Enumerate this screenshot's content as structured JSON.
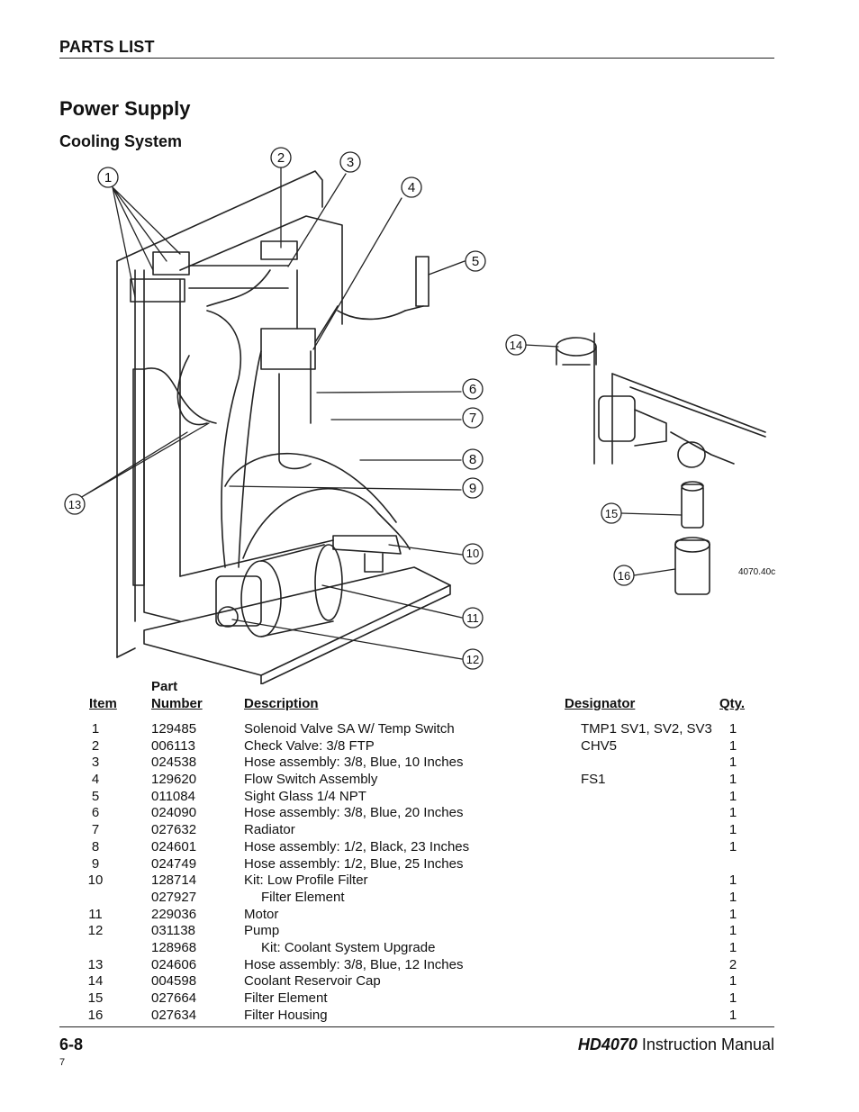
{
  "header": {
    "section": "PARTS LIST"
  },
  "page": {
    "title": "Power Supply",
    "subtitle": "Cooling System"
  },
  "figure": {
    "callouts": [
      "1",
      "2",
      "3",
      "4",
      "5",
      "6",
      "7",
      "8",
      "9",
      "10",
      "11",
      "12",
      "13",
      "14",
      "15",
      "16"
    ],
    "reference": "4070.40c"
  },
  "table": {
    "headers": {
      "item": "Item",
      "part_top": "Part",
      "part_bottom": "Number",
      "description": "Description",
      "designator": "Designator",
      "qty": "Qty."
    },
    "rows": [
      {
        "item": "1",
        "part": "129485",
        "description": "Solenoid Valve SA W/ Temp Switch",
        "designator": "TMP1 SV1, SV2, SV3",
        "qty": "1",
        "indent": false
      },
      {
        "item": "2",
        "part": "006113",
        "description": "Check Valve: 3/8 FTP",
        "designator": "CHV5",
        "qty": "1",
        "indent": false
      },
      {
        "item": "3",
        "part": "024538",
        "description": "Hose assembly: 3/8, Blue, 10 Inches",
        "designator": "",
        "qty": "1",
        "indent": false
      },
      {
        "item": "4",
        "part": "129620",
        "description": "Flow Switch Assembly",
        "designator": "FS1",
        "qty": "1",
        "indent": false
      },
      {
        "item": "5",
        "part": "011084",
        "description": "Sight Glass 1/4 NPT",
        "designator": "",
        "qty": "1",
        "indent": false
      },
      {
        "item": "6",
        "part": "024090",
        "description": "Hose assembly: 3/8, Blue, 20 Inches",
        "designator": "",
        "qty": "1",
        "indent": false
      },
      {
        "item": "7",
        "part": "027632",
        "description": "Radiator",
        "designator": "",
        "qty": "1",
        "indent": false
      },
      {
        "item": "8",
        "part": "024601",
        "description": "Hose assembly: 1/2, Black, 23 Inches",
        "designator": "",
        "qty": "1",
        "indent": false
      },
      {
        "item": "9",
        "part": "024749",
        "description": "Hose assembly: 1/2, Blue, 25 Inches",
        "designator": "",
        "qty": "",
        "indent": false
      },
      {
        "item": "10",
        "part": "128714",
        "description": "Kit: Low Profile Filter",
        "designator": "",
        "qty": "1",
        "indent": false
      },
      {
        "item": "",
        "part": "027927",
        "description": "Filter Element",
        "designator": "",
        "qty": "1",
        "indent": true
      },
      {
        "item": "11",
        "part": "229036",
        "description": "Motor",
        "designator": "",
        "qty": "1",
        "indent": false
      },
      {
        "item": "12",
        "part": "031138",
        "description": "Pump",
        "designator": "",
        "qty": "1",
        "indent": false
      },
      {
        "item": "",
        "part": "128968",
        "description": "Kit: Coolant System Upgrade",
        "designator": "",
        "qty": "1",
        "indent": true
      },
      {
        "item": "13",
        "part": "024606",
        "description": "Hose assembly: 3/8, Blue, 12 Inches",
        "designator": "",
        "qty": "2",
        "indent": false
      },
      {
        "item": "14",
        "part": "004598",
        "description": "Coolant Reservoir Cap",
        "designator": "",
        "qty": "1",
        "indent": false
      },
      {
        "item": "15",
        "part": "027664",
        "description": "Filter Element",
        "designator": "",
        "qty": "1",
        "indent": false
      },
      {
        "item": "16",
        "part": "027634",
        "description": "Filter Housing",
        "designator": "",
        "qty": "1",
        "indent": false
      }
    ]
  },
  "footer": {
    "page_number": "6-8",
    "model": "HD4070",
    "manual_label": "Instruction Manual",
    "footnote": "7"
  }
}
